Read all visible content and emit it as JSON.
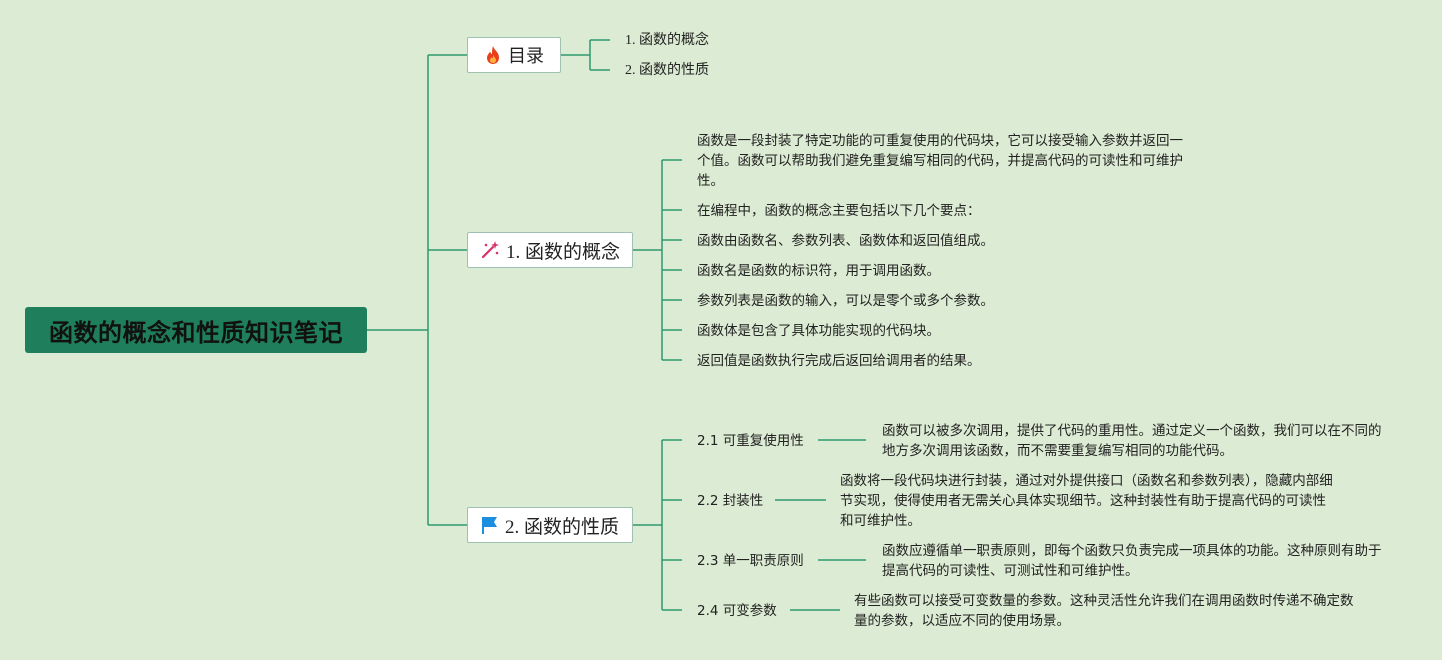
{
  "root": {
    "title": "函数的概念和性质知识笔记"
  },
  "toc": {
    "label": "目录",
    "icon": "fire-icon",
    "items": [
      "1. 函数的概念",
      "2. 函数的性质"
    ]
  },
  "concept": {
    "label": "1. 函数的概念",
    "icon": "magic-wand-icon",
    "points": [
      "函数是一段封装了特定功能的可重复使用的代码块，它可以接受输入参数并返回一个值。函数可以帮助我们避免重复编写相同的代码，并提高代码的可读性和可维护性。",
      "在编程中，函数的概念主要包括以下几个要点：",
      "函数由函数名、参数列表、函数体和返回值组成。",
      "函数名是函数的标识符，用于调用函数。",
      "参数列表是函数的输入，可以是零个或多个参数。",
      "函数体是包含了具体功能实现的代码块。",
      "返回值是函数执行完成后返回给调用者的结果。"
    ]
  },
  "properties": {
    "label": "2. 函数的性质",
    "icon": "flag-icon",
    "items": [
      {
        "title": "2.1 可重复使用性",
        "desc": "函数可以被多次调用，提供了代码的重用性。通过定义一个函数，我们可以在不同的地方多次调用该函数，而不需要重复编写相同的功能代码。"
      },
      {
        "title": "2.2 封装性",
        "desc": "函数将一段代码块进行封装，通过对外提供接口（函数名和参数列表），隐藏内部细节实现，使得使用者无需关心具体实现细节。这种封装性有助于提高代码的可读性和可维护性。"
      },
      {
        "title": "2.3 单一职责原则",
        "desc": "函数应遵循单一职责原则，即每个函数只负责完成一项具体的功能。这种原则有助于提高代码的可读性、可测试性和可维护性。"
      },
      {
        "title": "2.4 可变参数",
        "desc": "有些函数可以接受可变数量的参数。这种灵活性允许我们在调用函数时传递不确定数量的参数，以适应不同的使用场景。"
      }
    ]
  },
  "colors": {
    "root_bg": "#1f7f5c",
    "background": "#dcebd3",
    "line": "#2e9a6e"
  }
}
